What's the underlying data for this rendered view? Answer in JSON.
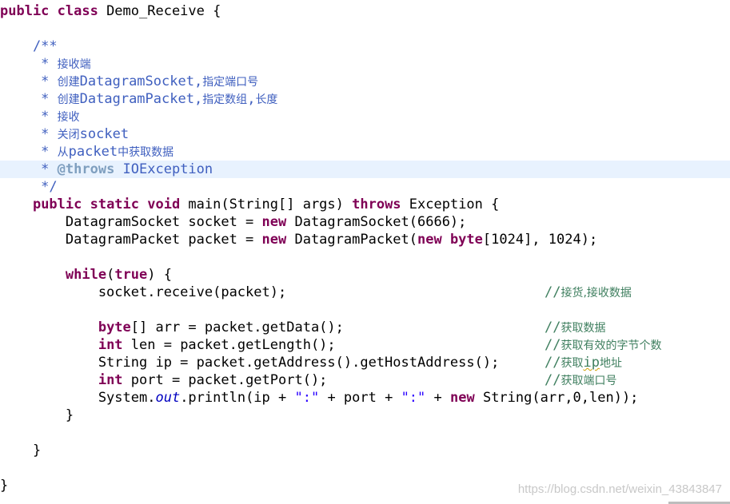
{
  "editor": {
    "lines": [
      [
        {
          "t": "public class ",
          "c": "kw"
        },
        {
          "t": "Demo_Receive {",
          "c": "nm"
        }
      ],
      [],
      [
        {
          "t": "    /**",
          "c": "jd"
        }
      ],
      [
        {
          "t": "     * ",
          "c": "jd"
        },
        {
          "t": "接收端",
          "c": "jd cjk"
        }
      ],
      [
        {
          "t": "     * ",
          "c": "jd"
        },
        {
          "t": "创建",
          "c": "jd cjk"
        },
        {
          "t": "DatagramSocket,",
          "c": "jd"
        },
        {
          "t": "指定端口号",
          "c": "jd cjk"
        }
      ],
      [
        {
          "t": "     * ",
          "c": "jd"
        },
        {
          "t": "创建",
          "c": "jd cjk"
        },
        {
          "t": "DatagramPacket,",
          "c": "jd"
        },
        {
          "t": "指定数组",
          "c": "jd cjk"
        },
        {
          "t": ",",
          "c": "jd"
        },
        {
          "t": "长度",
          "c": "jd cjk"
        }
      ],
      [
        {
          "t": "     * ",
          "c": "jd"
        },
        {
          "t": "接收",
          "c": "jd cjk"
        }
      ],
      [
        {
          "t": "     * ",
          "c": "jd"
        },
        {
          "t": "关闭",
          "c": "jd cjk"
        },
        {
          "t": "socket",
          "c": "jd"
        }
      ],
      [
        {
          "t": "     * ",
          "c": "jd"
        },
        {
          "t": "从",
          "c": "jd cjk"
        },
        {
          "t": "packet",
          "c": "jd"
        },
        {
          "t": "中获取数据",
          "c": "jd cjk"
        }
      ],
      [
        {
          "t": "     * ",
          "c": "jd"
        },
        {
          "t": "@throws",
          "c": "jdtag"
        },
        {
          "t": " IOException",
          "c": "jd"
        }
      ],
      [
        {
          "t": "     */",
          "c": "jd"
        }
      ],
      [
        {
          "t": "    ",
          "c": "nm"
        },
        {
          "t": "public static void ",
          "c": "kw"
        },
        {
          "t": "main(String[] args) ",
          "c": "nm"
        },
        {
          "t": "throws ",
          "c": "kw"
        },
        {
          "t": "Exception {",
          "c": "nm"
        }
      ],
      [
        {
          "t": "        DatagramSocket socket = ",
          "c": "nm"
        },
        {
          "t": "new ",
          "c": "kw"
        },
        {
          "t": "DatagramSocket(6666);",
          "c": "nm"
        }
      ],
      [
        {
          "t": "        DatagramPacket packet = ",
          "c": "nm"
        },
        {
          "t": "new ",
          "c": "kw"
        },
        {
          "t": "DatagramPacket(",
          "c": "nm"
        },
        {
          "t": "new byte",
          "c": "kw"
        },
        {
          "t": "[1024], 1024);",
          "c": "nm"
        }
      ],
      [],
      [
        {
          "t": "        ",
          "c": "nm"
        },
        {
          "t": "while",
          "c": "kw"
        },
        {
          "t": "(",
          "c": "nm"
        },
        {
          "t": "true",
          "c": "kw"
        },
        {
          "t": ") {",
          "c": "nm"
        }
      ],
      [
        {
          "t": "            socket.receive(packet);",
          "c": "nm"
        }
      ],
      [],
      [
        {
          "t": "            ",
          "c": "nm"
        },
        {
          "t": "byte",
          "c": "kw"
        },
        {
          "t": "[] arr = packet.getData();",
          "c": "nm"
        }
      ],
      [
        {
          "t": "            ",
          "c": "nm"
        },
        {
          "t": "int ",
          "c": "kw"
        },
        {
          "t": "len = packet.getLength();",
          "c": "nm"
        }
      ],
      [
        {
          "t": "            String ip = packet.getAddress().getHostAddress();",
          "c": "nm"
        }
      ],
      [
        {
          "t": "            ",
          "c": "nm"
        },
        {
          "t": "int ",
          "c": "kw"
        },
        {
          "t": "port = packet.getPort();",
          "c": "nm"
        }
      ],
      [
        {
          "t": "            System.",
          "c": "nm"
        },
        {
          "t": "out",
          "c": "it"
        },
        {
          "t": ".println(ip + ",
          "c": "nm"
        },
        {
          "t": "\":\"",
          "c": "str"
        },
        {
          "t": " + port + ",
          "c": "nm"
        },
        {
          "t": "\":\"",
          "c": "str"
        },
        {
          "t": " + ",
          "c": "nm"
        },
        {
          "t": "new ",
          "c": "kw"
        },
        {
          "t": "String(arr,0,len));",
          "c": "nm"
        }
      ],
      [
        {
          "t": "        }",
          "c": "nm"
        }
      ],
      [],
      [
        {
          "t": "    }",
          "c": "nm"
        }
      ],
      [],
      [
        {
          "t": "}",
          "c": "nm"
        }
      ]
    ],
    "comments": {
      "16": [
        {
          "t": "//",
          "c": "cm"
        },
        {
          "t": "接货,接收数据",
          "c": "cm cjk"
        }
      ],
      "18": [
        {
          "t": "//",
          "c": "cm"
        },
        {
          "t": "获取数据",
          "c": "cm cjk"
        }
      ],
      "19": [
        {
          "t": "//",
          "c": "cm"
        },
        {
          "t": "获取有效的字节个数",
          "c": "cm cjk"
        }
      ],
      "20": [
        {
          "t": "//",
          "c": "cm"
        },
        {
          "t": "获取",
          "c": "cm cjk"
        },
        {
          "t": "ip",
          "c": "cm squig"
        },
        {
          "t": "地址",
          "c": "cm cjk"
        }
      ],
      "21": [
        {
          "t": "//",
          "c": "cm"
        },
        {
          "t": "获取端口号",
          "c": "cm cjk"
        }
      ]
    },
    "highlighted_line": 9
  },
  "watermark": "https://blog.csdn.net/weixin_43843847"
}
